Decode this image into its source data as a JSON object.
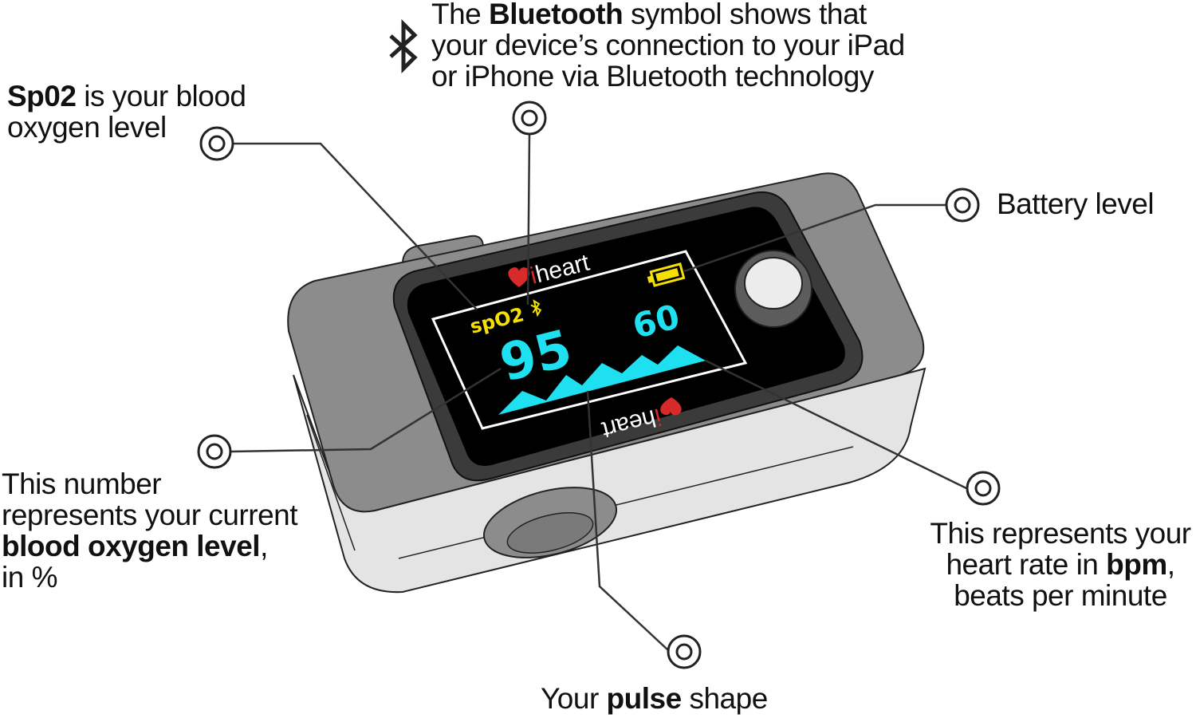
{
  "callouts": {
    "bluetooth": {
      "pre": "The ",
      "bold": "Bluetooth",
      "post": " symbol shows that",
      "line2": "your device’s connection to your iPad",
      "line3": "or iPhone via Bluetooth technology"
    },
    "spo2": {
      "bold": "Sp02",
      "post": " is your blood",
      "line2": "oxygen level"
    },
    "battery": {
      "text": "Battery level"
    },
    "number": {
      "line1": "This number",
      "line2": "represents your current",
      "bold": "blood oxygen level",
      "comma": ",",
      "line4": "in %"
    },
    "heart_rate": {
      "line1": "This represents your",
      "pre": "heart rate in ",
      "bold": "bpm",
      "comma": ",",
      "line3": "beats per minute"
    },
    "pulse": {
      "pre": "Your ",
      "bold": "pulse",
      "post": " shape"
    }
  },
  "device": {
    "brand": "heart",
    "brand_prefix": "i",
    "spo2_label": "spO2",
    "spo2_value": "95",
    "pulse_rate": "60"
  },
  "colors": {
    "cyan": "#1fe0f0",
    "yellow": "#f5e100",
    "red": "#d8292b",
    "body": "#8c8c8c",
    "bezel": "#3b3b3b"
  }
}
